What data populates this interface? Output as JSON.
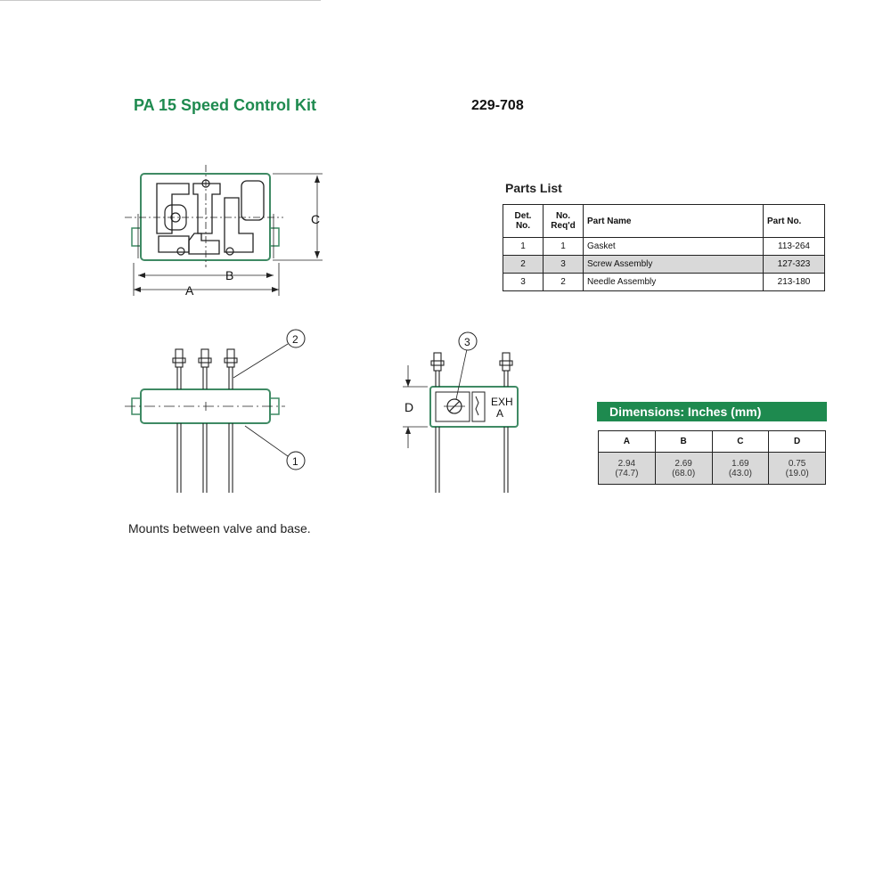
{
  "header": {
    "title": "PA 15 Speed Control Kit",
    "kit_number": "229-708"
  },
  "parts_list": {
    "heading": "Parts List",
    "columns": {
      "det_no_1": "Det.",
      "det_no_2": "No.",
      "req_1": "No.",
      "req_2": "Req'd",
      "name": "Part Name",
      "part_no": "Part No."
    },
    "rows": [
      {
        "det": "1",
        "req": "1",
        "name": "Gasket",
        "part_no": "113-264"
      },
      {
        "det": "2",
        "req": "3",
        "name": "Screw Assembly",
        "part_no": "127-323"
      },
      {
        "det": "3",
        "req": "2",
        "name": "Needle Assembly",
        "part_no": "213-180"
      }
    ]
  },
  "dimensions": {
    "heading": "Dimensions: Inches (mm)",
    "columns": [
      "A",
      "B",
      "C",
      "D"
    ],
    "inches": [
      "2.94",
      "2.69",
      "1.69",
      "0.75"
    ],
    "mm": [
      "(74.7)",
      "(68.0)",
      "(43.0)",
      "(19.0)"
    ]
  },
  "drawing": {
    "dim_labels": {
      "a": "A",
      "b": "B",
      "c": "C",
      "d": "D"
    },
    "callouts": {
      "gasket": "1",
      "screw": "2",
      "needle": "3"
    },
    "side_label_1": "EXH",
    "side_label_2": "A"
  },
  "note": "Mounts between valve and base.",
  "colors": {
    "brand_green": "#1e8a4f",
    "drawing_green": "#3f8a64",
    "row_shade": "#d9d9d9"
  }
}
